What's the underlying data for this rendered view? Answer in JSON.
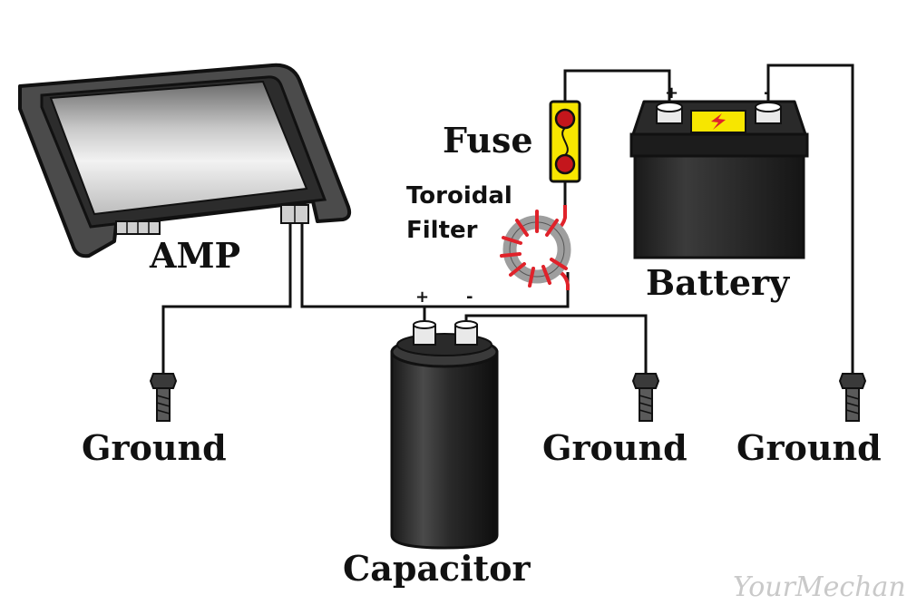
{
  "labels": {
    "amp": "AMP",
    "fuse": "Fuse",
    "toroidal_line1": "Toroidal",
    "toroidal_line2": "Filter",
    "battery": "Battery",
    "capacitor": "Capacitor",
    "ground_left": "Ground",
    "ground_middle": "Ground",
    "ground_right": "Ground"
  },
  "terminals": {
    "battery_positive": "+",
    "battery_negative": "-",
    "capacitor_positive": "+",
    "capacitor_negative": "-"
  },
  "watermark": "YourMechanic",
  "colors": {
    "wire": "#111111",
    "filter_coil": "#e0222a",
    "fuse_body": "#f7e600",
    "fuse_contact": "#c4161c",
    "battery_label": "#f7e600"
  }
}
